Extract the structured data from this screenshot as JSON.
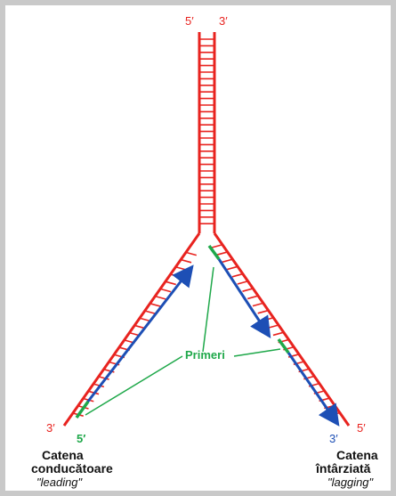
{
  "colors": {
    "parental_strand": "#e8231f",
    "new_strand": "#1d4fb5",
    "primer": "#1fa84a",
    "text": "#111111",
    "frame": "#c9c9c9"
  },
  "labels": {
    "top_5_prime": "5′",
    "top_3_prime": "3′",
    "left_3_prime": "3′",
    "left_5_prime": "5′",
    "right_3_prime": "3′",
    "right_5_prime": "5′",
    "primers": "Primeri"
  },
  "captions": {
    "leading": {
      "line1": "Catena",
      "line2": "conducătoare",
      "line3": "\"leading\""
    },
    "lagging": {
      "line1": "Catena",
      "line2": "întârziată",
      "line3": "\"lagging\""
    }
  }
}
